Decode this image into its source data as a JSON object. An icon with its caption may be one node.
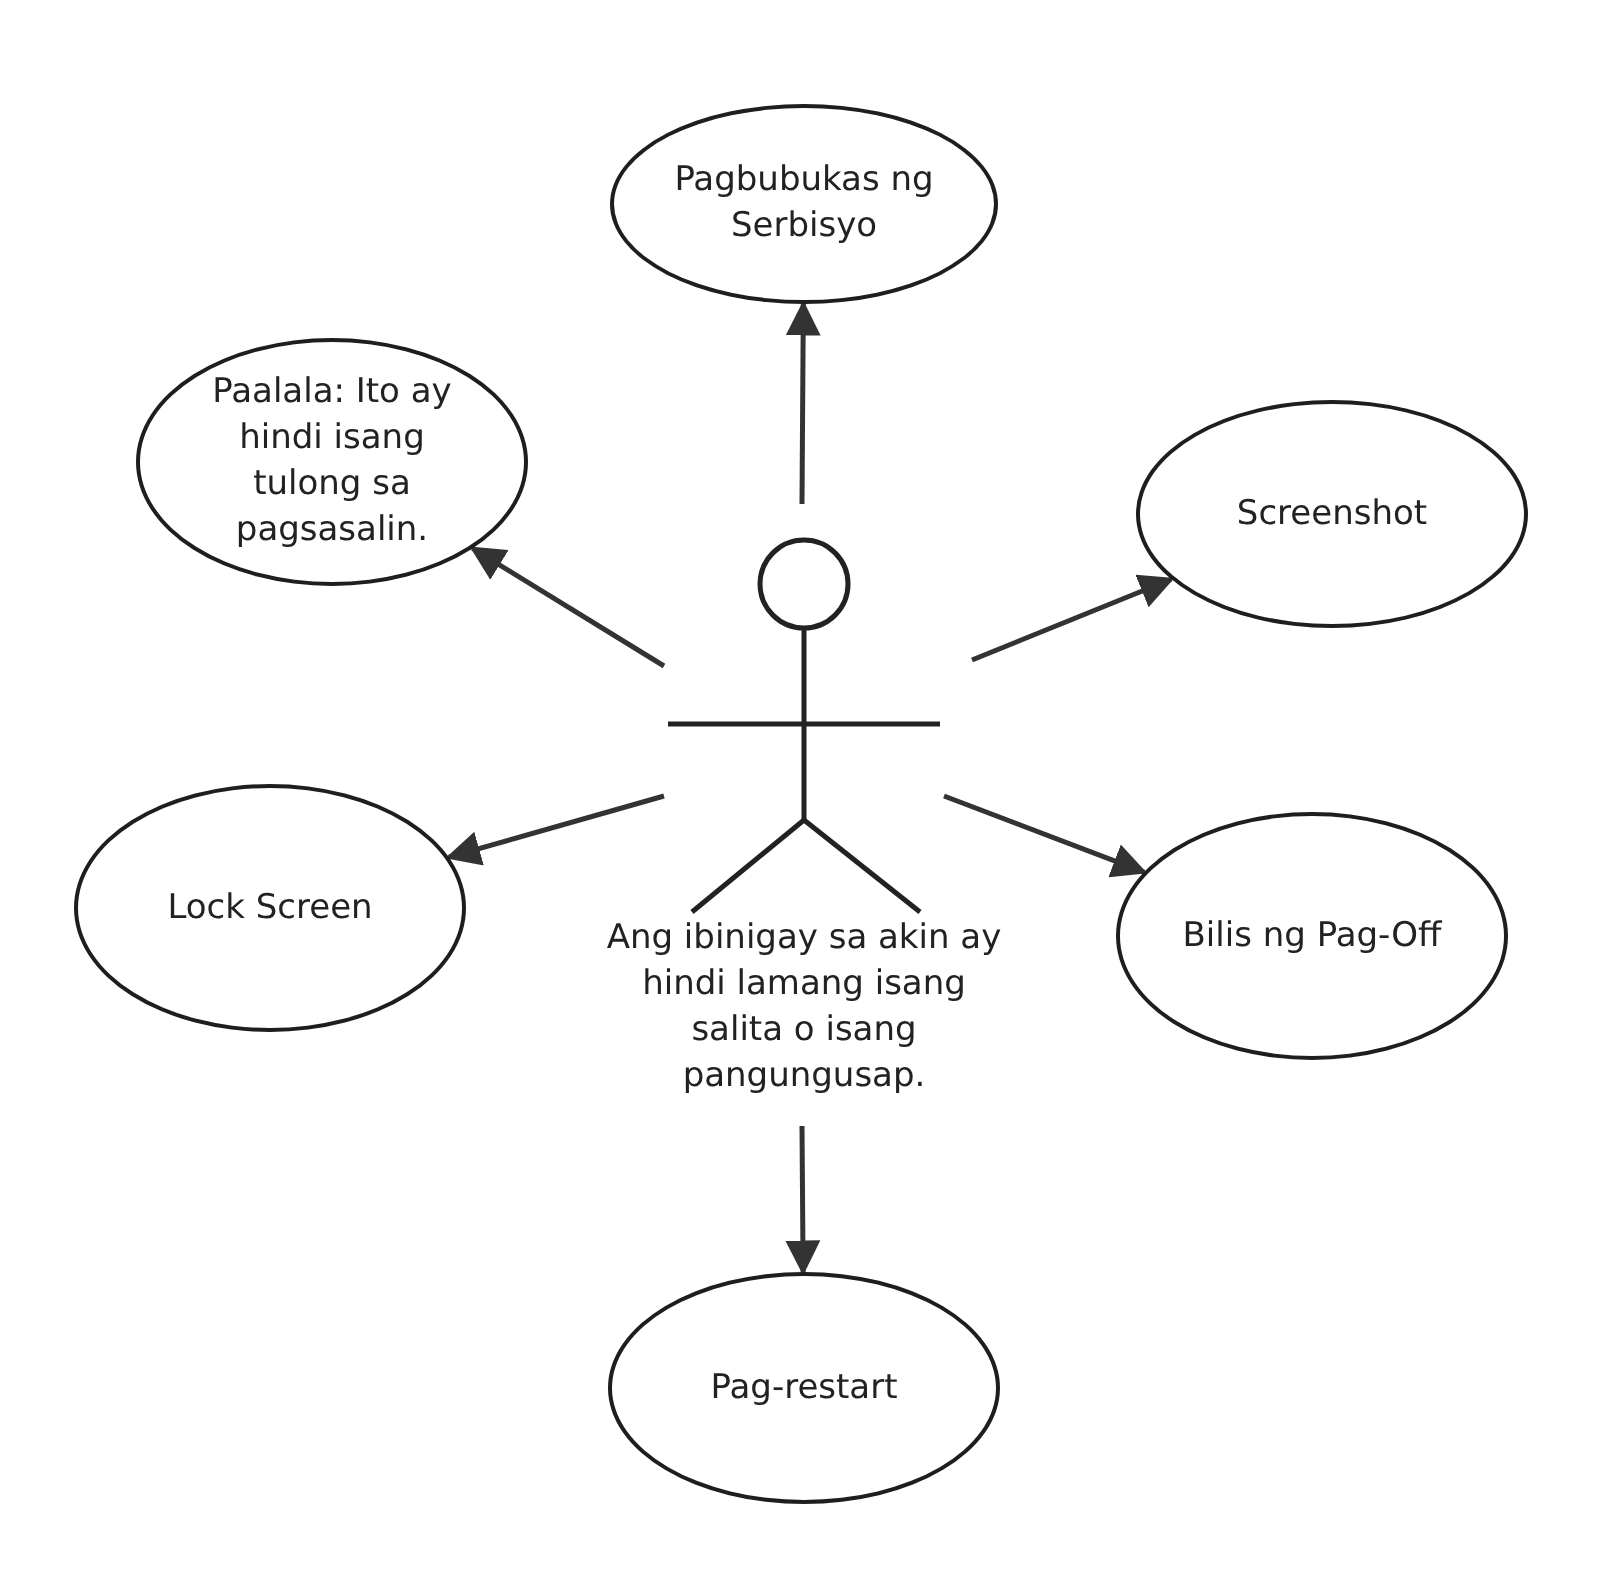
{
  "diagram": {
    "nodes": [
      {
        "text": [],
        "shape": "person",
        "beside": [
          "Ang ibinigay sa akin ay hindi lamang isang salita o isang pangungusap."
        ]
      },
      {
        "text": [
          "Pagbubukas ng Serbisyo"
        ]
      },
      {
        "text": [
          "Paalala: Ito ay hindi isang tulong sa pagsasalin."
        ]
      },
      {
        "text": [
          "Screenshot"
        ]
      },
      {
        "text": [
          "Lock Screen"
        ]
      },
      {
        "text": [
          "Bilis ng Pag-Off"
        ]
      },
      {
        "text": [
          "Pag-restart"
        ]
      }
    ],
    "edges": [
      {
        "from": 0,
        "to": 1,
        "arrow": "to"
      },
      {
        "from": 0,
        "to": 2,
        "arrow": "to"
      },
      {
        "from": 0,
        "to": 3,
        "arrow": "to"
      },
      {
        "from": 0,
        "to": 4,
        "arrow": "to"
      },
      {
        "from": 0,
        "to": 5,
        "arrow": "to"
      },
      {
        "from": 0,
        "to": 6,
        "arrow": "to"
      }
    ]
  }
}
